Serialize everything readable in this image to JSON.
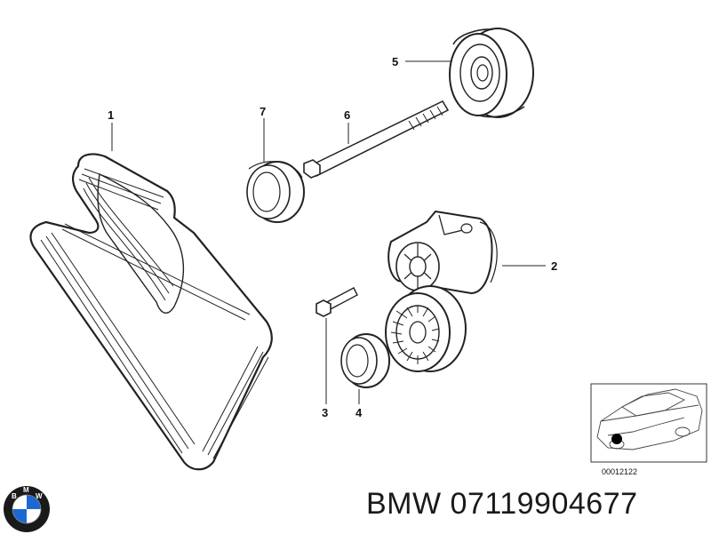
{
  "callouts": {
    "c1": "1",
    "c2": "2",
    "c3": "3",
    "c4": "4",
    "c5": "5",
    "c6": "6",
    "c7": "7"
  },
  "inset": {
    "diagram_number": "00012122"
  },
  "logo": {
    "letter_b": "B",
    "letter_m": "M",
    "letter_w": "W"
  },
  "footer": {
    "part_title": "BMW 07119904677"
  },
  "colors": {
    "line": "#222222",
    "logo_blue": "#1c69d4",
    "logo_ring": "#1a1a1a"
  }
}
